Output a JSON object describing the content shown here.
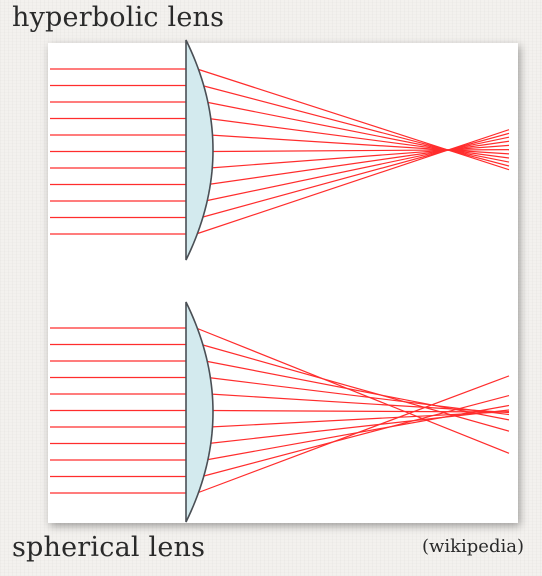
{
  "labels": {
    "hyperbolic": "hyperbolic lens",
    "spherical": "spherical lens",
    "credit": "(wikipedia)"
  },
  "colors": {
    "ray": "#ff2d2d",
    "lens_fill": "#d3eaee",
    "lens_stroke": "#4a4f55",
    "panel_bg": "#ffffff"
  },
  "diagrams": [
    {
      "id": "hyperbolic-lens",
      "ray_count": 11,
      "aberration": false
    },
    {
      "id": "spherical-lens",
      "ray_count": 11,
      "aberration": true
    }
  ]
}
